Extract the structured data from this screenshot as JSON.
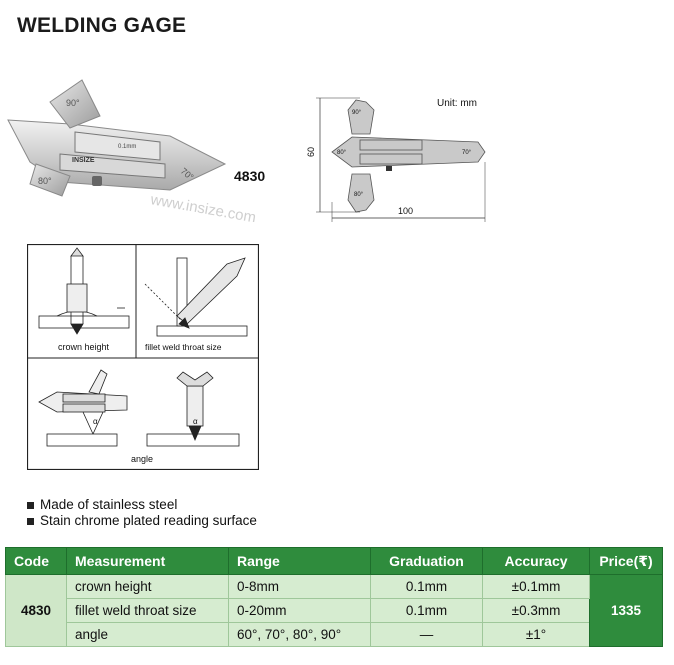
{
  "page": {
    "title": "WELDING GAGE"
  },
  "product": {
    "code": "4830",
    "drawing": {
      "unit": "Unit: mm",
      "height": "60",
      "width": "100",
      "angles": [
        "90°",
        "80°",
        "70°",
        "80°"
      ]
    },
    "photo": {
      "angles": [
        "90°",
        "80°",
        "70°"
      ],
      "brand": "INSIZE",
      "watermark": "www.insize.com",
      "scale_mark": "0.1mm"
    }
  },
  "usage_diagrams": {
    "crown_height": "crown height",
    "fillet": "fillet weld throat size",
    "angle": "angle",
    "alpha": "α"
  },
  "features": [
    "Made of stainless steel",
    "Stain chrome plated reading surface"
  ],
  "table": {
    "headers": [
      "Code",
      "Measurement",
      "Range",
      "Graduation",
      "Accuracy",
      "Price(₹)"
    ],
    "code": "4830",
    "price": "1335",
    "rows": [
      {
        "measurement": "crown height",
        "range": "0-8mm",
        "graduation": "0.1mm",
        "accuracy": "±0.1mm"
      },
      {
        "measurement": "fillet weld throat size",
        "range": "0-20mm",
        "graduation": "0.1mm",
        "accuracy": "±0.3mm"
      },
      {
        "measurement": "angle",
        "range": "60°, 70°, 80°, 90°",
        "graduation": "—",
        "accuracy": "±1°"
      }
    ]
  }
}
